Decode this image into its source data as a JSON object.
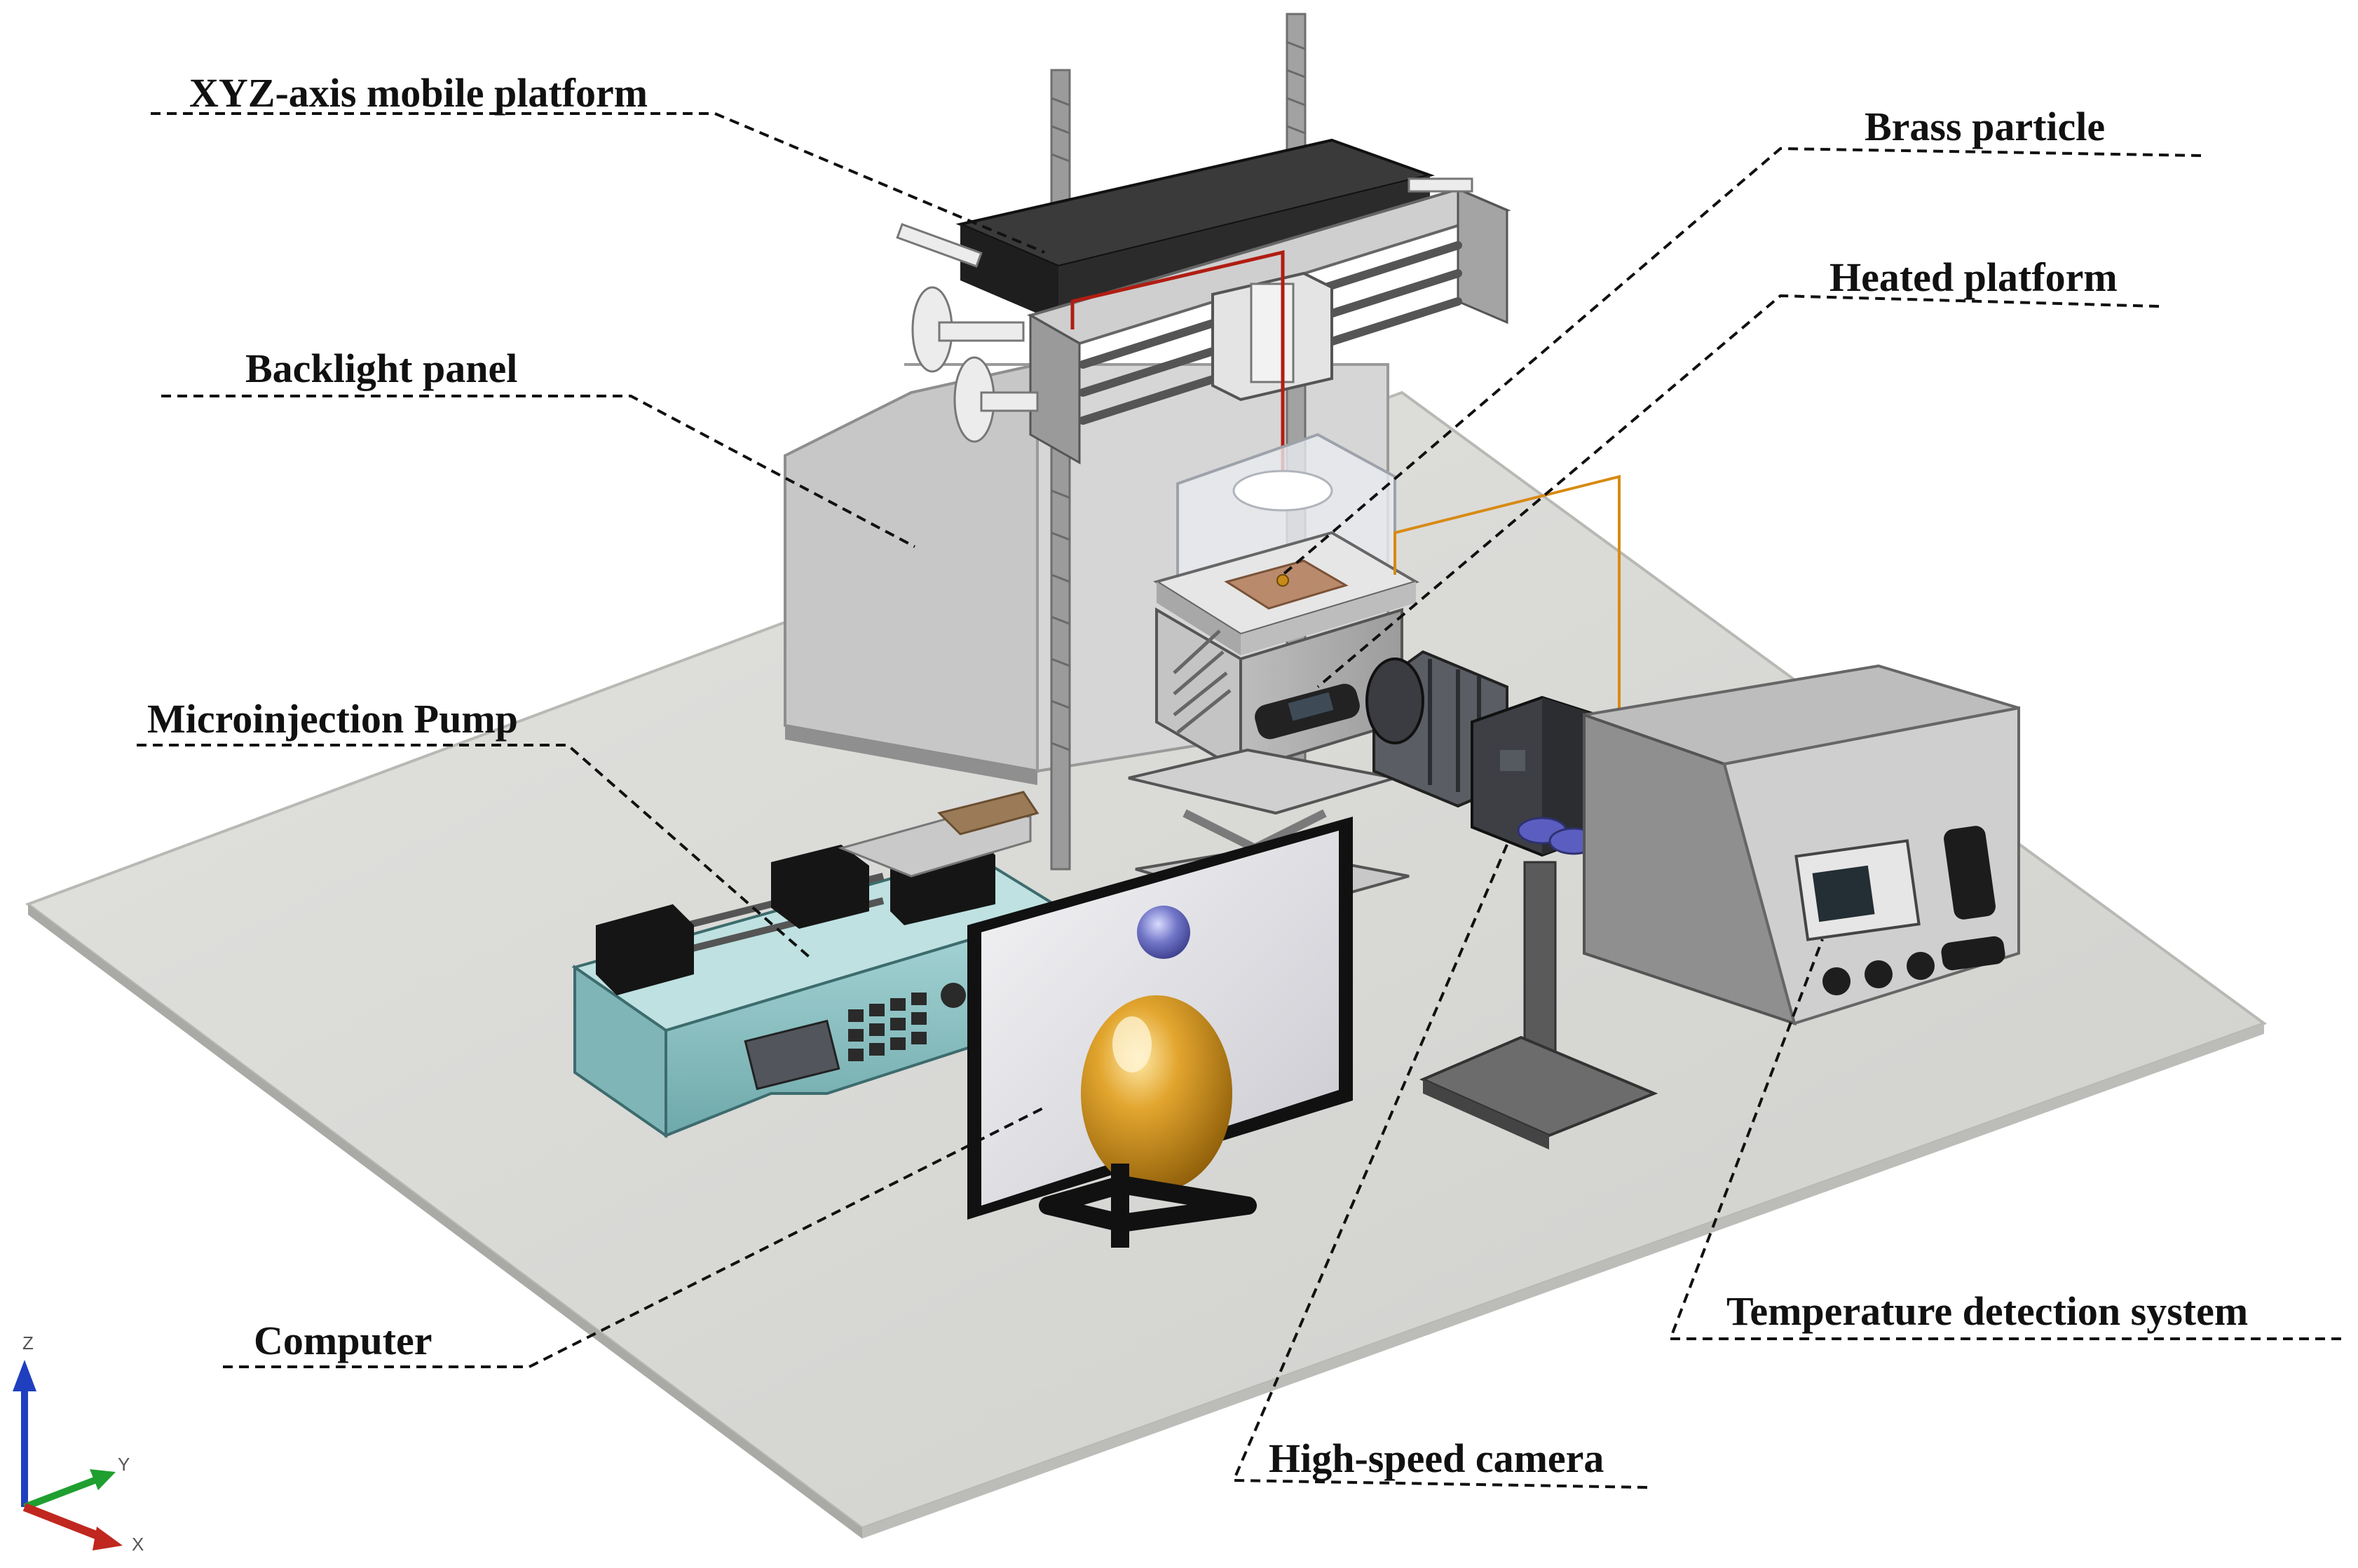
{
  "labels": {
    "xyz_platform": "XYZ-axis mobile platform",
    "brass_particle": "Brass particle",
    "heated_platform": "Heated platform",
    "backlight_panel": "Backlight panel",
    "microinjection_pump": "Microinjection Pump",
    "computer": "Computer",
    "temperature_system": "Temperature detection system",
    "high_speed_camera": "High-speed camera"
  },
  "axes": {
    "z": "Z",
    "y": "Y",
    "x": "X"
  },
  "colors": {
    "floor": "#d9d9d6",
    "panel": "#c9c9c9",
    "pump_body": "#8fc6c8",
    "dark": "#222222",
    "brass": "#c98a17",
    "sphere_blue": "#6c6fc0",
    "axis_z": "#1f3fbf",
    "axis_y": "#1f9f2f",
    "axis_x": "#c0271f"
  }
}
